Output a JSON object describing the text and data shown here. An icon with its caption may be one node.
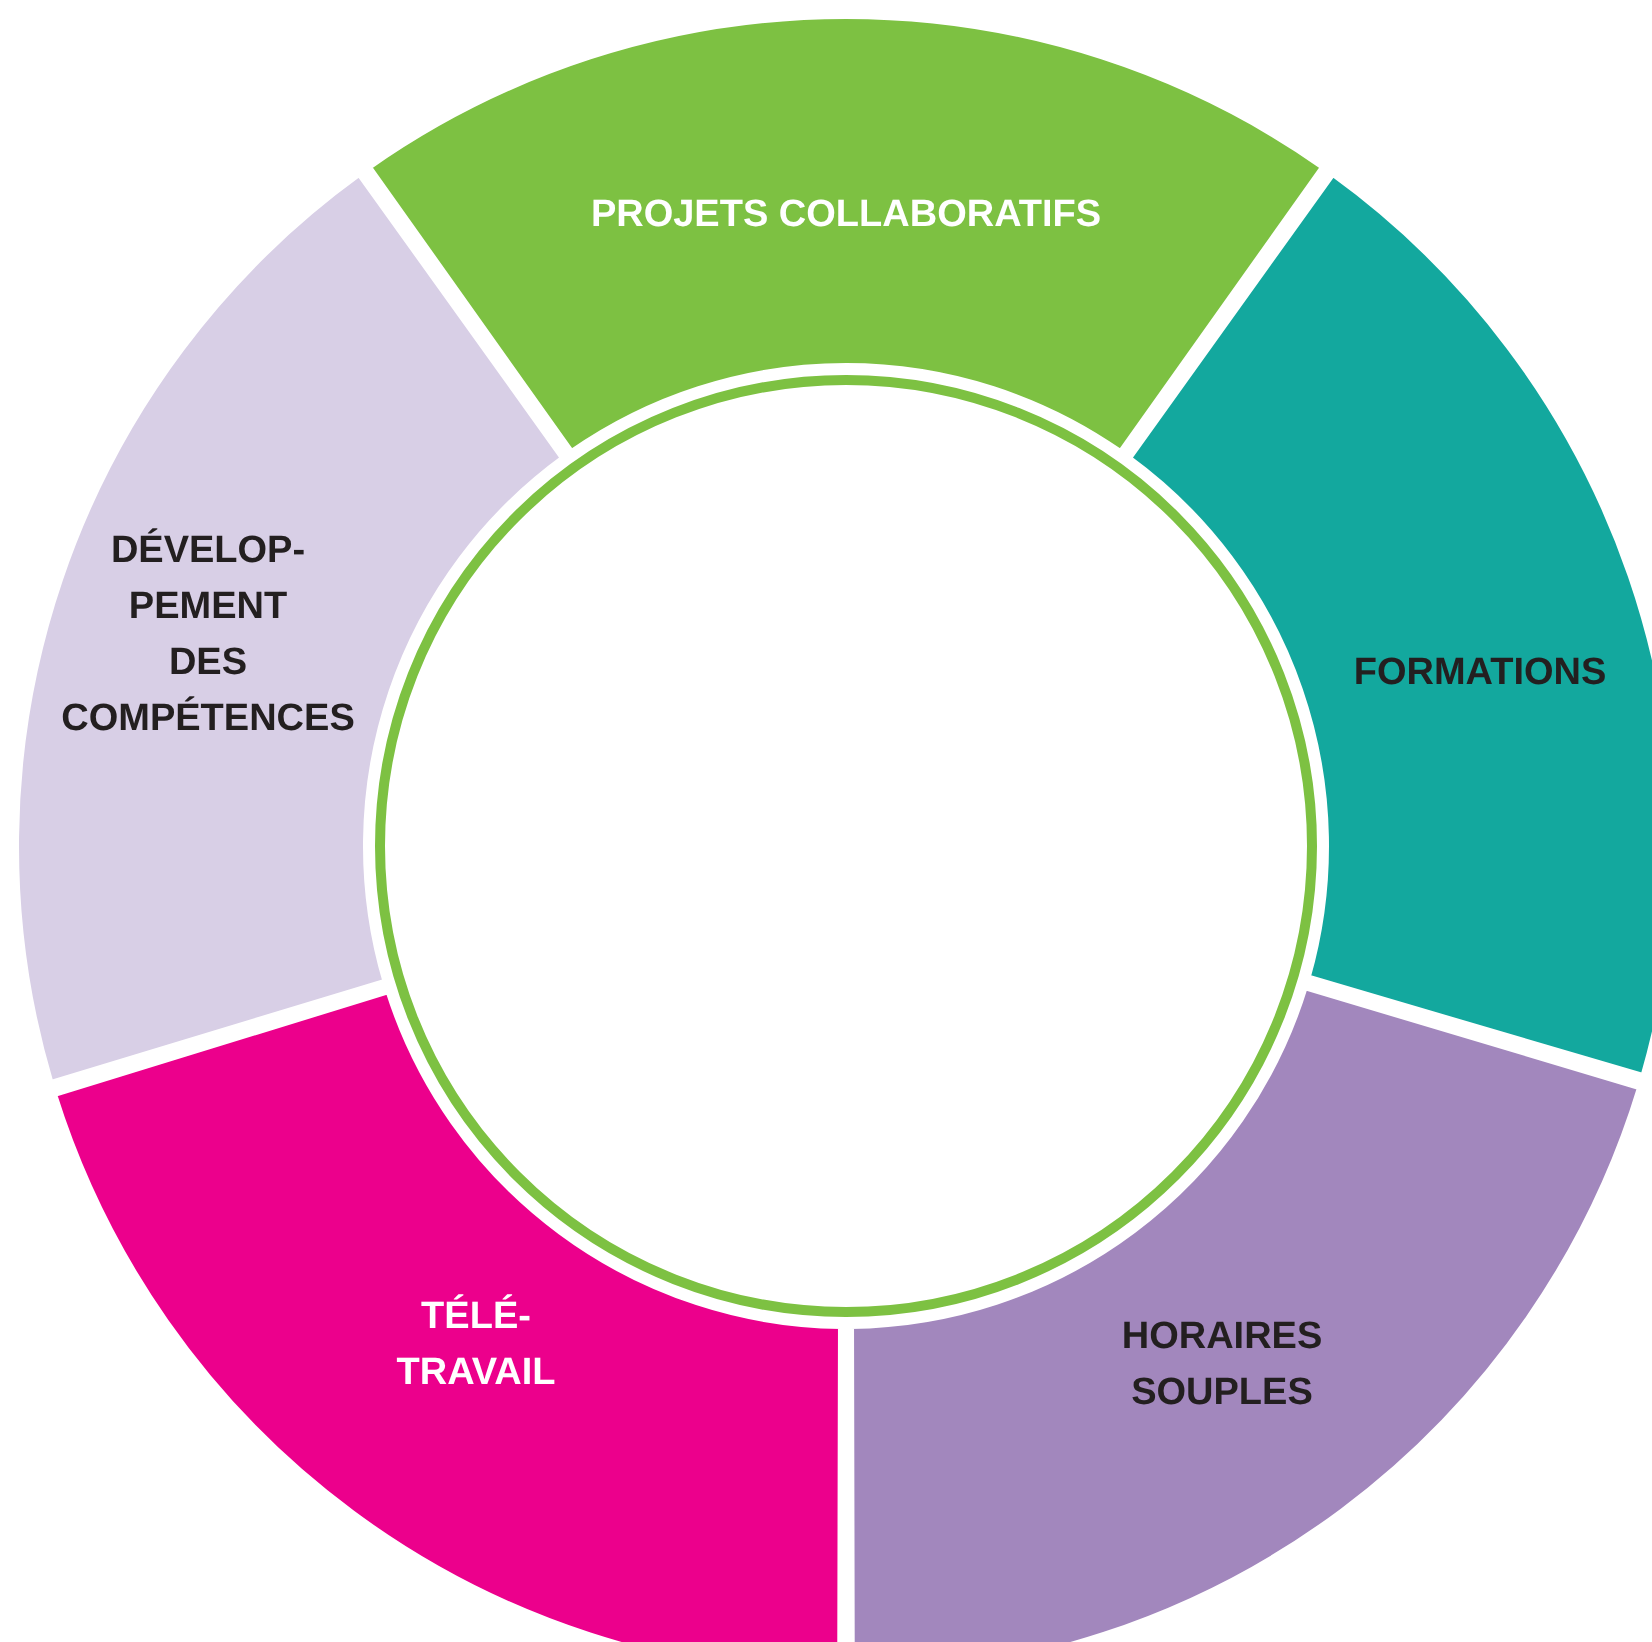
{
  "diagram": {
    "nodes": [
      {
        "text": [
          "PROJETS COLLABORATIFS"
        ]
      },
      {
        "text": [
          "FORMATIONS"
        ]
      },
      {
        "text": [
          "HORAIRES SOUPLES"
        ]
      },
      {
        "text": [
          "TÉLÉ- TRAVAIL"
        ]
      },
      {
        "text": [
          "DÉVELOP- PEMENT DES COMPÉTENCES"
        ]
      },
      {
        "text": [],
        "shape": "circle"
      }
    ]
  }
}
